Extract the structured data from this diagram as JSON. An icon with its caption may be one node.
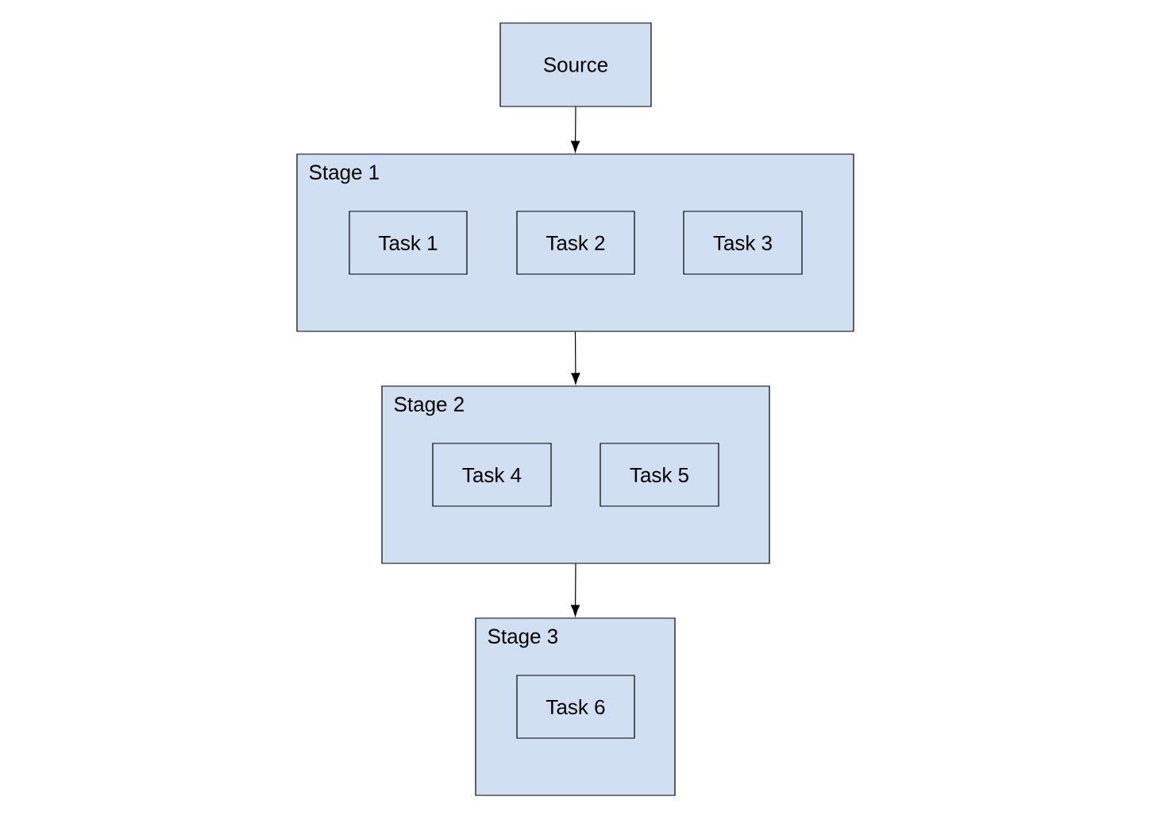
{
  "diagram": {
    "nodes": [
      {
        "text": [
          "Source"
        ]
      },
      {
        "text": [
          "Stage 1"
        ]
      },
      {
        "text": [
          "Task 1"
        ],
        "in": 1
      },
      {
        "text": [
          "Task 2"
        ],
        "in": 1
      },
      {
        "text": [
          "Task 3"
        ],
        "in": 1
      },
      {
        "text": [
          "Stage 2"
        ]
      },
      {
        "text": [
          "Task 4"
        ],
        "in": 5
      },
      {
        "text": [
          "Task 5"
        ],
        "in": 5
      },
      {
        "text": [
          "Stage 3"
        ]
      },
      {
        "text": [
          "Task 6"
        ],
        "in": 8
      }
    ],
    "edges": [
      {
        "from": 0,
        "to": 1,
        "arrow": "to"
      },
      {
        "from": 1,
        "to": 5,
        "arrow": "to"
      },
      {
        "from": 5,
        "to": 8,
        "arrow": "to"
      }
    ]
  }
}
